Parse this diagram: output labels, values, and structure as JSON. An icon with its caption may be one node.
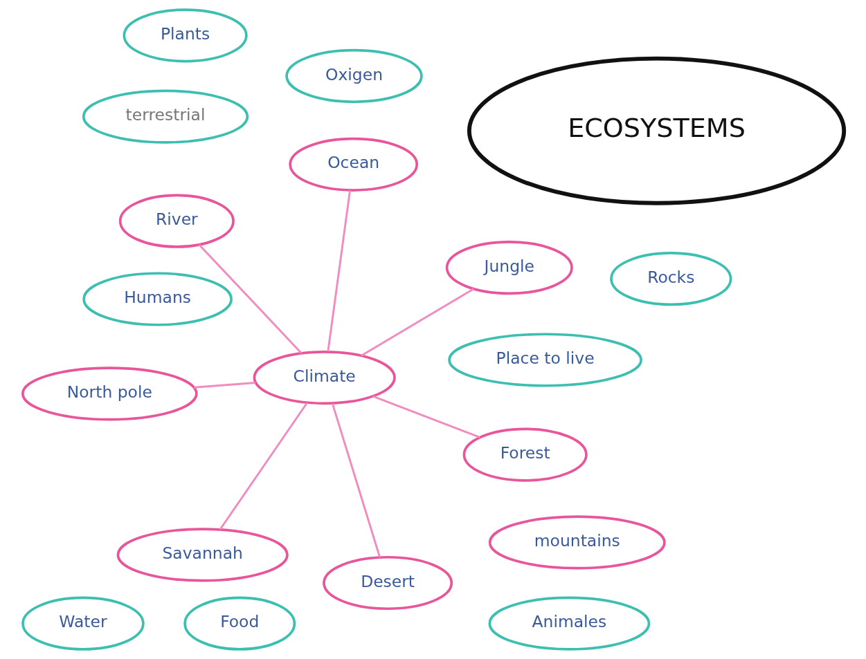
{
  "diagram": {
    "nodes": [
      {
        "text": [
          "ECOSYSTEMS"
        ]
      },
      {
        "text": [
          "terrestrial"
        ]
      },
      {
        "text": [
          "North pole"
        ]
      },
      {
        "text": [
          "Water"
        ]
      },
      {
        "text": [
          "Climate"
        ]
      },
      {
        "text": [
          "Desert"
        ]
      },
      {
        "text": [
          "Ocean"
        ]
      },
      {
        "text": [
          "mountains"
        ]
      },
      {
        "text": [
          "Humans"
        ]
      },
      {
        "text": [
          "Jungle"
        ]
      },
      {
        "text": [
          "Rocks"
        ]
      },
      {
        "text": [
          "Animales"
        ]
      },
      {
        "text": [
          "River"
        ]
      },
      {
        "text": [
          "Plants"
        ]
      },
      {
        "text": [
          "Oxigen"
        ]
      },
      {
        "text": [
          "Place to live"
        ]
      },
      {
        "text": [
          "Savannah"
        ]
      },
      {
        "text": [
          "Food"
        ]
      },
      {
        "text": [
          "Forest"
        ]
      }
    ],
    "edges": [
      {
        "from": 4,
        "to": 2,
        "arrow": "none"
      },
      {
        "from": 4,
        "to": 5,
        "arrow": "none"
      },
      {
        "from": 4,
        "to": 6,
        "arrow": "none"
      },
      {
        "from": 4,
        "to": 9,
        "arrow": "none"
      },
      {
        "from": 4,
        "to": 12,
        "arrow": "none"
      },
      {
        "from": 4,
        "to": 16,
        "arrow": "none"
      },
      {
        "from": 4,
        "to": 18,
        "arrow": "none"
      }
    ]
  }
}
